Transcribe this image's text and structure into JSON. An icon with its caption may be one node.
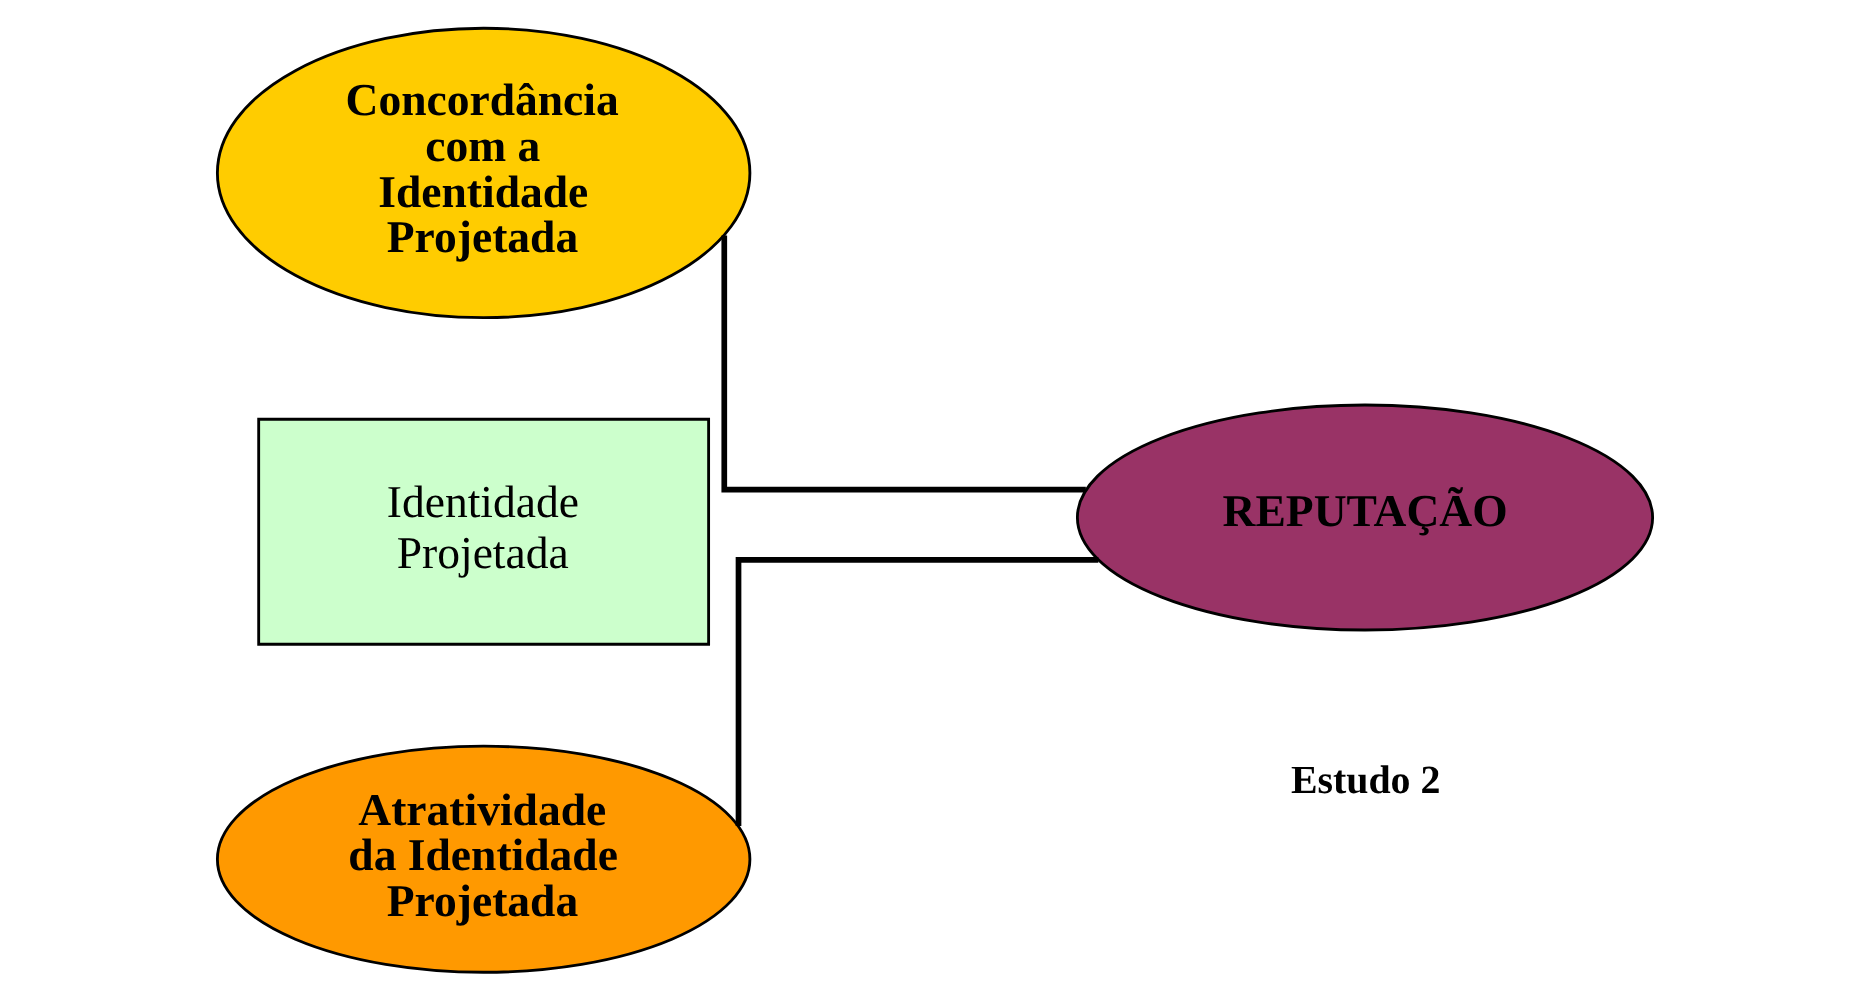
{
  "diagram": {
    "nodes": [
      {
        "text": [
          "Concordância com a Identidade Projetada"
        ]
      },
      {
        "text": [
          "Identidade Projetada"
        ]
      },
      {
        "text": [
          "Atratividade da Identidade Projetada"
        ]
      },
      {
        "text": [
          "REPUTAÇÃO"
        ]
      }
    ],
    "edges": [
      {
        "from": 0,
        "to": 3,
        "arrow": "none"
      },
      {
        "from": 2,
        "to": 3,
        "arrow": "none"
      }
    ],
    "labels": [
      "Estudo 2"
    ]
  }
}
